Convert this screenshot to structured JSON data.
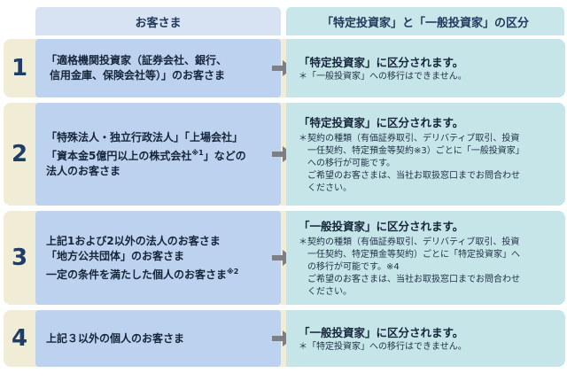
{
  "header": {
    "left": "お客さま",
    "right": "「特定投資家」と「一般投資家」の区分"
  },
  "rows": [
    {
      "number": "1",
      "left": [
        "「適格機関投資家（証券会社、銀行、",
        "信用金庫、保険会社等）」のお客さま"
      ],
      "right_title": "「特定投資家」に区分されます。",
      "right_notes": [
        "＊「一般投資家」への移行はできません。"
      ]
    },
    {
      "number": "2",
      "left": [
        "「特殊法人・独立行政法人」「上場会社」",
        "「資本金5億円以上の株式会社",
        "※1",
        "」などの",
        "法人のお客さま"
      ],
      "right_title": "「特定投資家」に区分されます。",
      "right_notes": [
        "＊契約の種類（有価証券取引、デリバティブ取引、投資",
        "一任契約、特定預金等契約※3）ごとに「一般投資家」",
        "への移行が可能です。",
        "ご希望のお客さまは、当社お取扱窓口までお問合わせ",
        "ください。"
      ]
    },
    {
      "number": "3",
      "left": [
        "上記1および2以外の法人のお客さま",
        "「地方公共団体」のお客さま",
        "一定の条件を満たした個人のお客さま",
        "※2"
      ],
      "right_title": "「一般投資家」に区分されます。",
      "right_notes": [
        "＊契約の種類（有価証券取引、デリバティブ取引、投資",
        "一任契約、特定預金等契約）ごとに「特定投資家」へ",
        "の移行が可能です。※4",
        "ご希望のお客さまは、当社お取扱窓口までお問合わせ",
        "ください。"
      ]
    },
    {
      "number": "4",
      "left": [
        "上記３以外の個人のお客さま"
      ],
      "right_title": "「一般投資家」に区分されます。",
      "right_notes": [
        "＊「特定投資家」への移行はできません。"
      ]
    }
  ],
  "colors": {
    "number": "#1f3d66",
    "left_bg": "#bcd2ee",
    "right_bg": "#c6e5e9",
    "row_bg": "#f1ecd6",
    "arrow": "#7d7f82"
  }
}
